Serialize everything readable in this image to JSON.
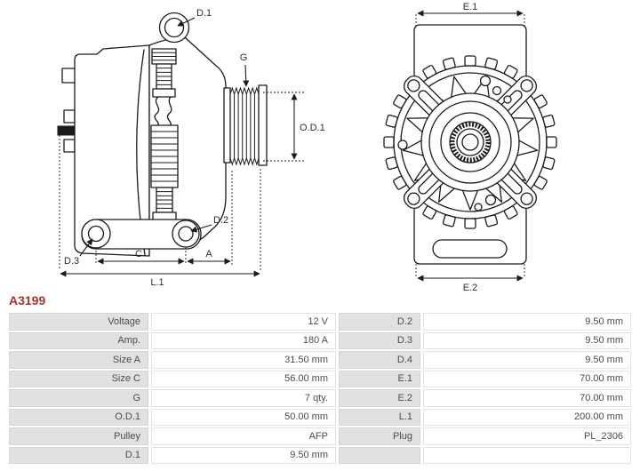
{
  "part_number": "A3199",
  "colors": {
    "accent_red": "#a63232",
    "drawing_line": "#1a1a1a",
    "table_label_bg": "#e2e1e1",
    "table_text": "#4b4b4b"
  },
  "drawing": {
    "side_view": {
      "labels": {
        "d1": "D.1",
        "g": "G",
        "od1": "O.D.1",
        "d2": "D.2",
        "d3": "D.3",
        "c": "C",
        "a": "A",
        "l1": "L.1"
      }
    },
    "front_view": {
      "labels": {
        "e1": "E.1",
        "e2": "E.2"
      }
    }
  },
  "spec_table": {
    "rows": [
      {
        "label_left": "Voltage",
        "value_left": "12 V",
        "label_right": "D.2",
        "value_right": "9.50 mm"
      },
      {
        "label_left": "Amp.",
        "value_left": "180 A",
        "label_right": "D.3",
        "value_right": "9.50 mm"
      },
      {
        "label_left": "Size A",
        "value_left": "31.50 mm",
        "label_right": "D.4",
        "value_right": "9.50 mm"
      },
      {
        "label_left": "Size C",
        "value_left": "56.00 mm",
        "label_right": "E.1",
        "value_right": "70.00 mm"
      },
      {
        "label_left": "G",
        "value_left": "7 qty.",
        "label_right": "E.2",
        "value_right": "70.00 mm"
      },
      {
        "label_left": "O.D.1",
        "value_left": "50.00 mm",
        "label_right": "L.1",
        "value_right": "200.00 mm"
      },
      {
        "label_left": "Pulley",
        "value_left": "AFP",
        "label_right": "Plug",
        "value_right": "PL_2306"
      },
      {
        "label_left": "D.1",
        "value_left": "9.50 mm",
        "label_right": "",
        "value_right": ""
      }
    ]
  }
}
